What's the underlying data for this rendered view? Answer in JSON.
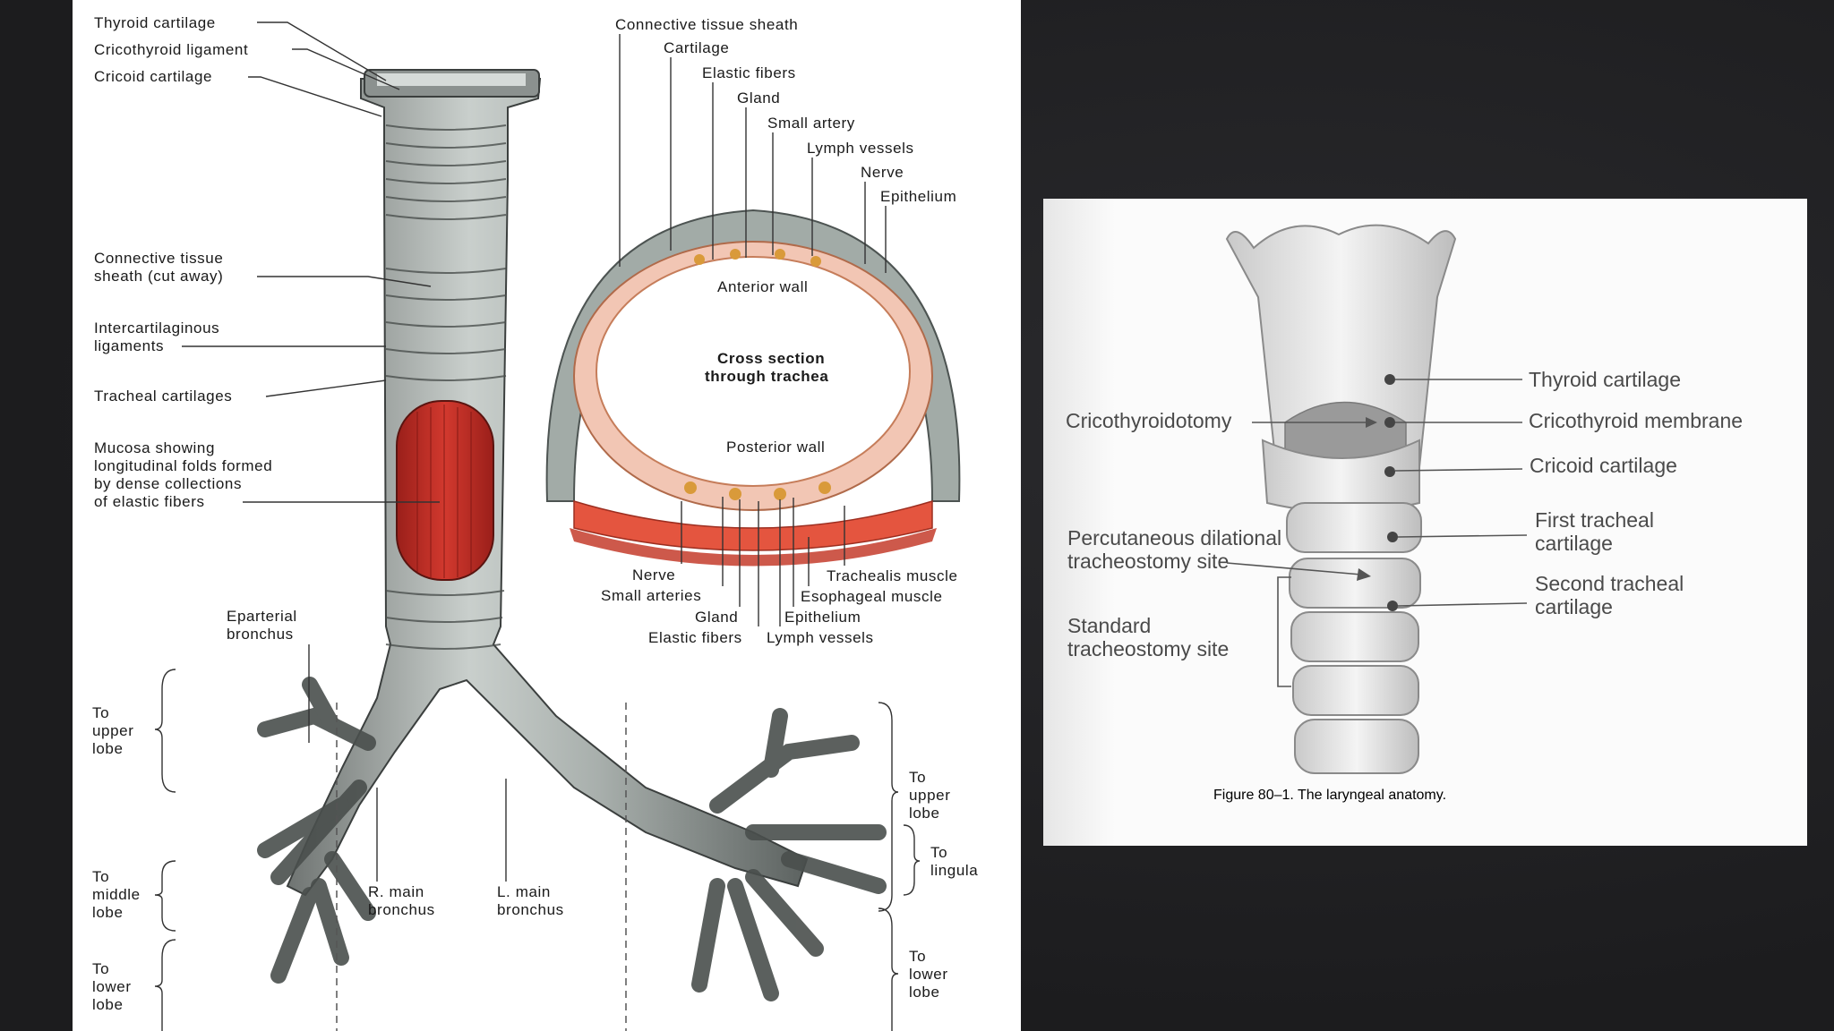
{
  "trachea_diagram": {
    "labels": {
      "thyroid_cartilage": "Thyroid cartilage",
      "cricothyroid_ligament": "Cricothyroid ligament",
      "cricoid_cartilage": "Cricoid cartilage",
      "connective_sheath_cut_l1": "Connective tissue",
      "connective_sheath_cut_l2": "sheath (cut away)",
      "intercartilaginous_l1": "Intercartilaginous",
      "intercartilaginous_l2": "ligaments",
      "tracheal_cartilages": "Tracheal cartilages",
      "mucosa_l1": "Mucosa showing",
      "mucosa_l2": "longitudinal folds formed",
      "mucosa_l3": "by dense collections",
      "mucosa_l4": "of elastic fibers",
      "eparterial_l1": "Eparterial",
      "eparterial_l2": "bronchus",
      "to_upper_lobe_r_l1": "To",
      "to_upper_lobe_r_l2": "upper",
      "to_upper_lobe_r_l3": "lobe",
      "to_middle_lobe_l1": "To",
      "to_middle_lobe_l2": "middle",
      "to_middle_lobe_l3": "lobe",
      "to_lower_lobe_r_l1": "To",
      "to_lower_lobe_r_l2": "lower",
      "to_lower_lobe_r_l3": "lobe",
      "r_main_bronchus_l1": "R. main",
      "r_main_bronchus_l2": "bronchus",
      "l_main_bronchus_l1": "L. main",
      "l_main_bronchus_l2": "bronchus",
      "to_upper_lobe_l_l1": "To",
      "to_upper_lobe_l_l2": "upper",
      "to_upper_lobe_l_l3": "lobe",
      "to_lingula_l1": "To",
      "to_lingula_l2": "lingula",
      "to_lower_lobe_l_l1": "To",
      "to_lower_lobe_l_l2": "lower",
      "to_lower_lobe_l_l3": "lobe"
    },
    "cross_section": {
      "title_l1": "Cross section",
      "title_l2": "through trachea",
      "connective_tissue_sheath": "Connective tissue sheath",
      "cartilage": "Cartilage",
      "elastic_fibers_top": "Elastic fibers",
      "gland_top": "Gland",
      "small_artery": "Small artery",
      "lymph_vessels_top": "Lymph vessels",
      "nerve_top": "Nerve",
      "epithelium_top": "Epithelium",
      "anterior_wall": "Anterior wall",
      "posterior_wall": "Posterior wall",
      "nerve_bottom": "Nerve",
      "small_arteries": "Small arteries",
      "gland_bottom": "Gland",
      "elastic_fibers_bottom": "Elastic fibers",
      "trachealis_muscle": "Trachealis muscle",
      "esophageal_muscle": "Esophageal muscle",
      "epithelium_bottom": "Epithelium",
      "lymph_vessels_bottom": "Lymph vessels"
    }
  },
  "larynx_diagram": {
    "labels": {
      "thyroid_cartilage": "Thyroid cartilage",
      "cricothyroid_membrane": "Cricothyroid membrane",
      "cricoid_cartilage": "Cricoid cartilage",
      "first_tracheal_l1": "First tracheal",
      "first_tracheal_l2": "cartilage",
      "second_tracheal_l1": "Second tracheal",
      "second_tracheal_l2": "cartilage",
      "cricothyroidotomy": "Cricothyroidotomy",
      "percutaneous_l1": "Percutaneous dilational",
      "percutaneous_l2": "tracheostomy site",
      "standard_l1": "Standard",
      "standard_l2": "tracheostomy site"
    },
    "caption_bold": "Figure 80–1.",
    "caption_text": " The laryngeal anatomy."
  },
  "colors": {
    "background": "#1f1f21",
    "mucosa_red": "#c8322a",
    "cartilage_gray": "#9aa3a0",
    "tissue_pink": "#f2c6b4"
  }
}
